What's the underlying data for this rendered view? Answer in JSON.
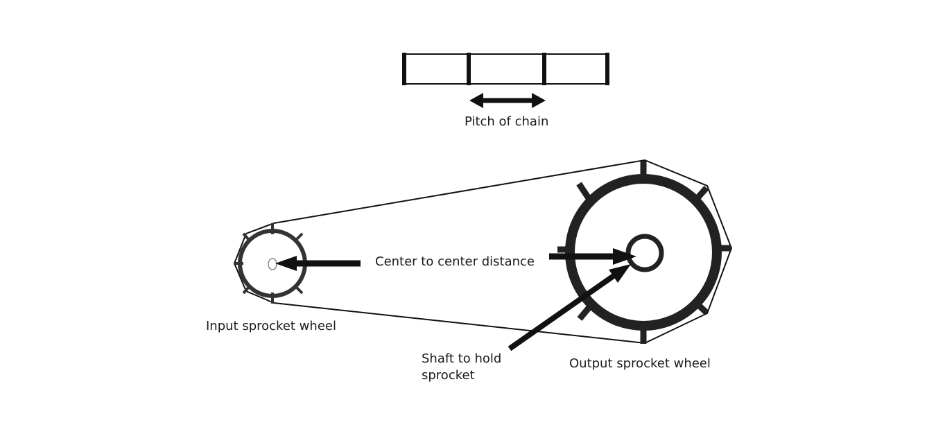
{
  "labels": {
    "pitch": "Pitch of chain",
    "center_distance": "Center to center distance",
    "input_sprocket": "Input sprocket wheel",
    "output_sprocket": "Output sprocket wheel",
    "shaft_line1": "Shaft to hold",
    "shaft_line2": "sprocket"
  },
  "colors": {
    "ink": "#111111",
    "wheel": "#222222",
    "hub": "#888888"
  }
}
